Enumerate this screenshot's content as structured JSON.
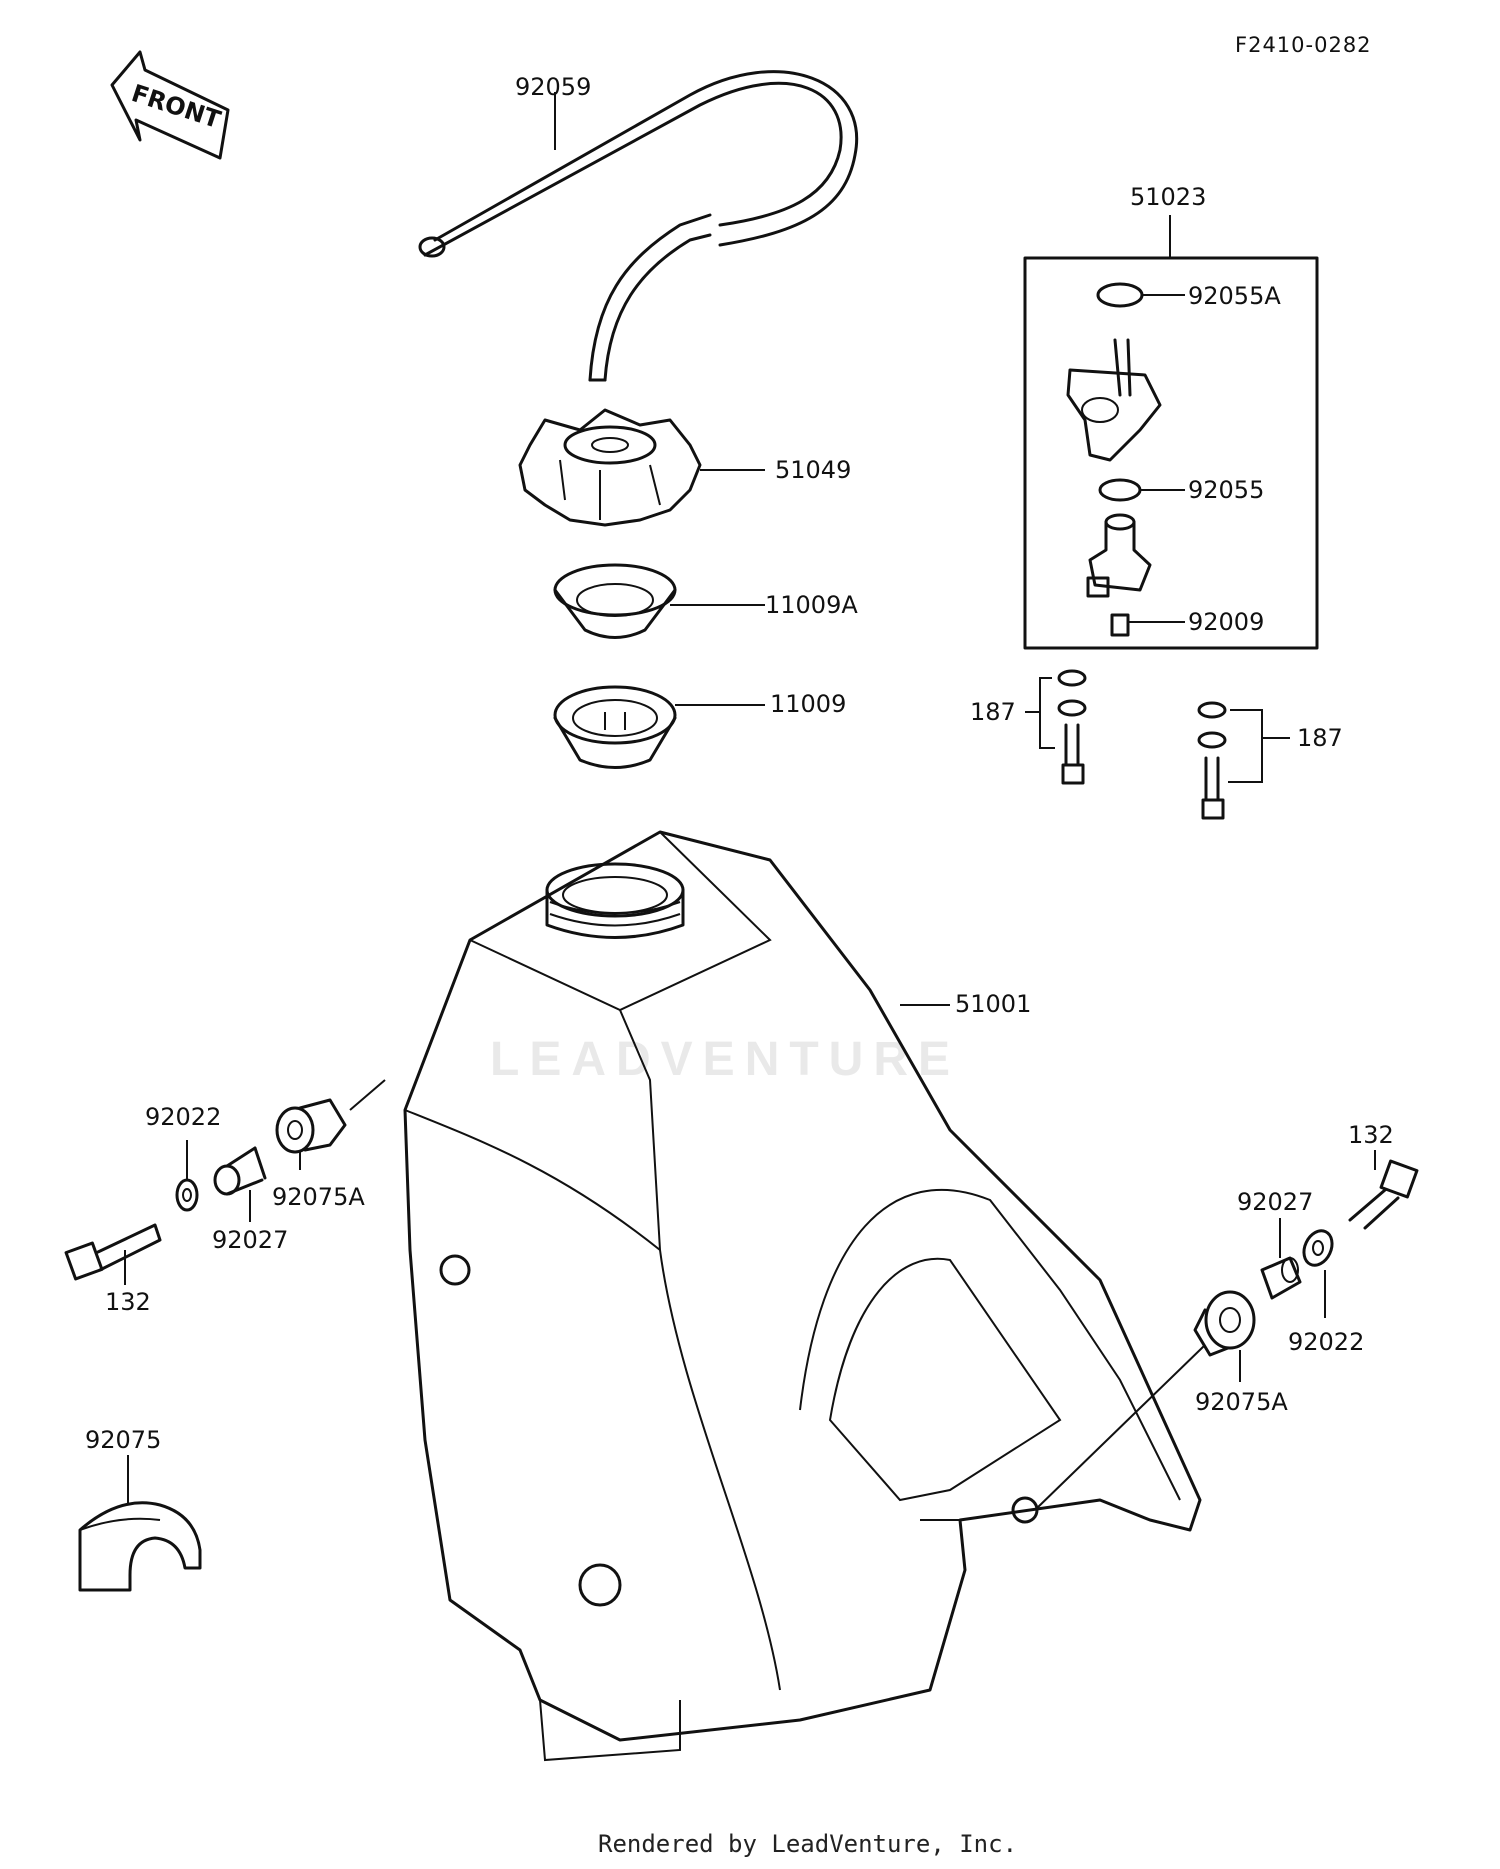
{
  "diagram_code": "F2410-0282",
  "front_label": "FRONT",
  "watermark": "LEADVENTURE",
  "footer": "Rendered by LeadVenture, Inc.",
  "callouts": {
    "hose": "92059",
    "cap": "51049",
    "gasket_a": "11009A",
    "gasket": "11009",
    "tank": "51001",
    "fuel_cock": "51023",
    "o_ring_a": "92055A",
    "o_ring": "92055",
    "screw": "92009",
    "bolt_set_left": "187",
    "bolt_set_right": "187",
    "washer_left": "92022",
    "collar_left": "92027",
    "damper_left": "92075A",
    "bolt_left": "132",
    "bolt_right": "132",
    "collar_right": "92027",
    "washer_right": "92022",
    "damper_right": "92075A",
    "damper": "92075"
  }
}
